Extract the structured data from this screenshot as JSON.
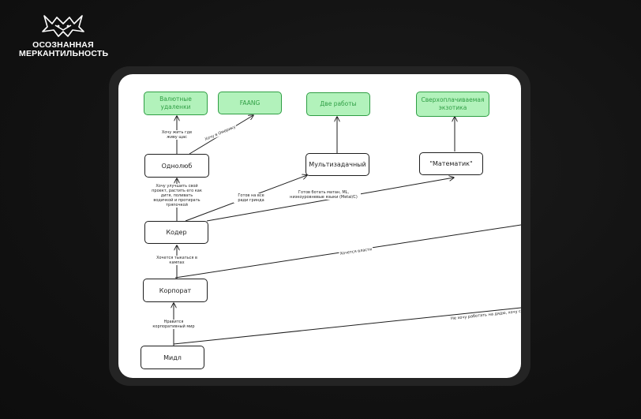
{
  "brand": {
    "line1": "ОСОЗНАННАЯ",
    "line2": "МЕРКАНТИЛЬНОСТЬ",
    "icon": "wolf-head-icon"
  },
  "diagram": {
    "nodes": {
      "remote": "Валютные удаленки",
      "faang": "FAANG",
      "two_jobs": "Две работы",
      "exotic": "Сверхоплачиваемая экзотика",
      "monolove": "Однолюб",
      "multitask": "Мультизадачный",
      "mathematician": "\"Математик\"",
      "coder": "Кодер",
      "corporate": "Корпорат",
      "middle": "Мидл"
    },
    "edges": {
      "live_where_now": "Хочу жить где живу щас",
      "want_america": "Хочу в Омерику",
      "want_improve": "Хочу улучшить свой проект, растить его как дитя, поливать водичкой и протирать тряпочкой",
      "ready_all": "Готов на все ради гринда",
      "ready_math": "Готов ботать матан, ML, низкоуровневые языки (Metal/C)",
      "wants_power": "Хочется власти",
      "hate_bustle": "Хочется тыкаться в кампах",
      "likes_corporate": "Нравится корпоративный мир",
      "dont_want_work": "Не хочу работать на дядю, хочу своё"
    }
  }
}
